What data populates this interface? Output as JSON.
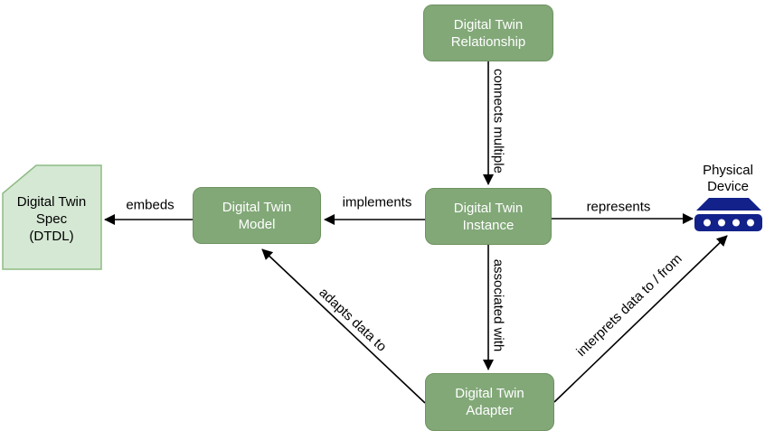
{
  "nodes": {
    "relationship": {
      "label": "Digital Twin Relationship"
    },
    "instance": {
      "label": "Digital Twin Instance"
    },
    "model": {
      "label": "Digital Twin Model"
    },
    "adapter": {
      "label": "Digital Twin Adapter"
    },
    "spec": {
      "lines": [
        "Digital Twin",
        "Spec",
        "(DTDL)"
      ]
    },
    "device": {
      "label": "Physical Device"
    }
  },
  "edges": {
    "connects_multiple": {
      "label": "connects multiple",
      "from": "relationship",
      "to": "instance"
    },
    "implements": {
      "label": "implements",
      "from": "instance",
      "to": "model"
    },
    "embeds": {
      "label": "embeds",
      "from": "model",
      "to": "spec"
    },
    "represents": {
      "label": "represents",
      "from": "instance",
      "to": "device"
    },
    "associated_with": {
      "label": "associated with",
      "from": "instance",
      "to": "adapter"
    },
    "adapts_data_to": {
      "label": "adapts data to",
      "from": "adapter",
      "to": "model"
    },
    "interprets_data": {
      "label": "interprets data to / from",
      "from": "adapter",
      "to": "device"
    }
  },
  "colors": {
    "node_fill": "#82a878",
    "node_border": "#6e9260",
    "node_text": "#ffffff",
    "spec_fill": "#d5e8d4",
    "spec_border": "#8fbb84",
    "device_blue": "#12228a",
    "edge": "#000000",
    "label_text": "#000000"
  }
}
